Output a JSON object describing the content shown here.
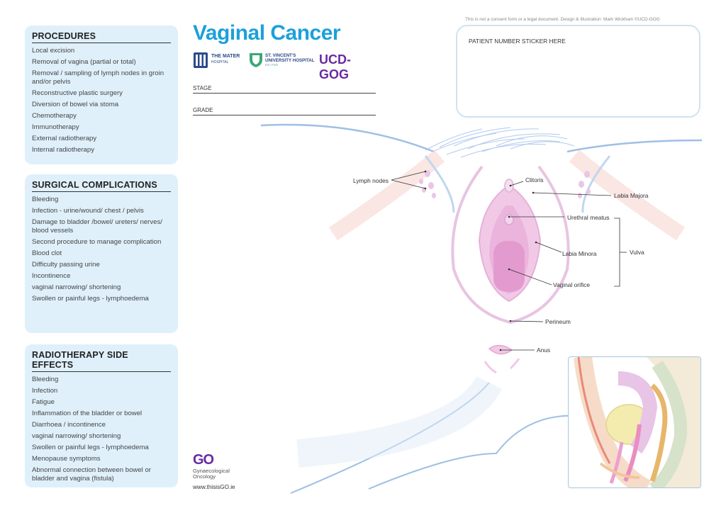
{
  "header": {
    "title": "Vaginal Cancer",
    "disclaimer": "This is not a consent form or a legal document. Design & Illustration: Mark Wickham ©UCD-GOG",
    "patient_sticker": "PATIENT NUMBER STICKER HERE"
  },
  "logos": {
    "mater_name": "THE MATER",
    "mater_sub": "HOSPITAL",
    "svuh_name": "ST. VINCENT'S UNIVERSITY HOSPITAL",
    "svuh_sub": "Elm Park",
    "ucd": "UCD-GOG"
  },
  "fields": {
    "stage": "STAGE",
    "grade": "GRADE"
  },
  "procedures": {
    "title": "PROCEDURES",
    "items": [
      "Local excision",
      "Removal of vagina (partial or total)",
      "Removal / sampling of lymph nodes in groin and/or pelvis",
      "Reconstructive plastic surgery",
      "Diversion of bowel via stoma",
      "Chemotherapy",
      "Immunotherapy",
      "External radiotherapy",
      "Internal radiotherapy"
    ]
  },
  "complications": {
    "title": "SURGICAL COMPLICATIONS",
    "items": [
      "Bleeding",
      "Infection - urine/wound/ chest / pelvis",
      "Damage to bladder /bowel/ ureters/ nerves/ blood vessels",
      "Second procedure to manage complication",
      "Blood clot",
      "Difficulty passing urine",
      "Incontinence",
      "vaginal narrowing/ shortening",
      "Swollen or painful legs - lymphoedema"
    ]
  },
  "radiotherapy": {
    "title": "RADIOTHERAPY SIDE EFFECTS",
    "items": [
      "Bleeding",
      "Infection",
      "Fatigue",
      "Inflammation of the bladder  or bowel",
      "Diarrhoea / incontinence",
      "vaginal narrowing/ shortening",
      "Swollen or painful legs - lymphoedema",
      "Menopause symptoms",
      "Abnormal connection between bowel or bladder and vagina (fistula)"
    ]
  },
  "anatomy_labels": {
    "lymph_nodes": "Lymph nodes",
    "clitoris": "Clitoris",
    "labia_majora": "Labia Majora",
    "urethral_meatus": "Urethral meatus",
    "labia_minora": "Labia Minora",
    "vulva": "Vulva",
    "vaginal_orifice": "Vaginal orifice",
    "perineum": "Perineum",
    "anus": "Anus"
  },
  "footer": {
    "go_mark": "GO",
    "go_name": "Gynaecological Oncology",
    "url": "www.thisisGO.ie"
  },
  "colors": {
    "title": "#1ca0dc",
    "panel": "#dff0fb",
    "ucd": "#6a2aa0"
  }
}
